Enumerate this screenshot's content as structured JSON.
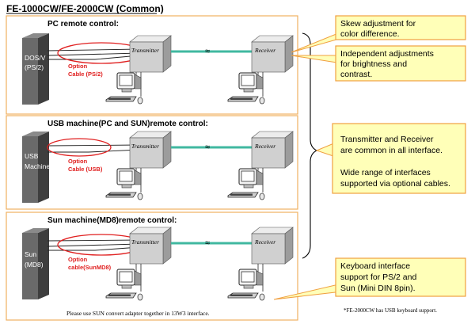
{
  "title": "FE-1000CW/FE-2000CW (Common)",
  "panels": [
    {
      "heading": "PC remote control:",
      "computer_label": [
        "DOS/V",
        "(PS/2)"
      ],
      "option_label": [
        "Option",
        "Cable (PS/2)"
      ]
    },
    {
      "heading": "USB machine(PC and SUN)remote control:",
      "computer_label": [
        "USB",
        "Machine"
      ],
      "option_label": [
        "Option",
        "Cable (USB)"
      ]
    },
    {
      "heading": "Sun machine(MD8)remote control:",
      "computer_label": [
        "Sun",
        "(MD8)"
      ],
      "option_label": [
        "Option",
        "cable(SunMD8)"
      ]
    }
  ],
  "device_labels": {
    "transmitter": "Transmitter",
    "receiver": "Receiver"
  },
  "callouts": [
    {
      "lines": [
        "Skew adjustment for",
        "color difference."
      ]
    },
    {
      "lines": [
        "Independent adjustments",
        "for brightness and",
        "contrast."
      ]
    },
    {
      "lines": [
        "Transmitter and Receiver",
        "are common in all interface.",
        "",
        "Wide range of interfaces",
        "supported via optional cables."
      ]
    },
    {
      "lines": [
        "Keyboard interface",
        "support for PS/2 and",
        "Sun (Mini DIN 8pin)."
      ]
    }
  ],
  "notes": {
    "sun_adapter": "Please use SUN convert adapter together in 13W3 interface.",
    "usb_keyboard": "*FE-2000CW has USB keyboard support."
  },
  "colors": {
    "panel_border": "#f0b060",
    "callout_fill": "#ffffb8",
    "callout_border": "#f0a040",
    "option_red": "#e02020",
    "cable_green": "#40b8a0",
    "computer_dark": "#6a6a6a"
  }
}
